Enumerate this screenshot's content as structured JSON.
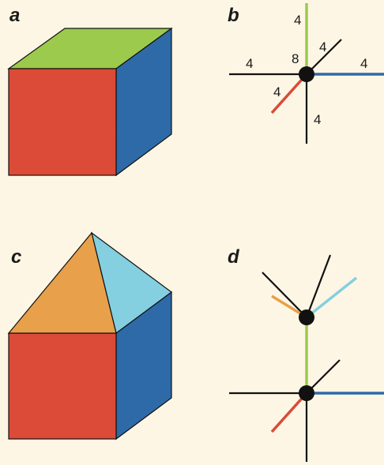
{
  "panels": {
    "a": {
      "label": "a"
    },
    "b": {
      "label": "b",
      "numbers": {
        "top": "4",
        "top_right": "4",
        "left": "4",
        "center": "8",
        "right": "4",
        "lower_left": "4",
        "bottom": "4"
      }
    },
    "c": {
      "label": "c"
    },
    "d": {
      "label": "d"
    }
  },
  "colors": {
    "background": "#fdf6e4",
    "red": "#dc4a38",
    "blue": "#2e6aa8",
    "green": "#9cca4c",
    "orange": "#e8a04a",
    "light_blue": "#84cfe0",
    "black": "#111111"
  }
}
